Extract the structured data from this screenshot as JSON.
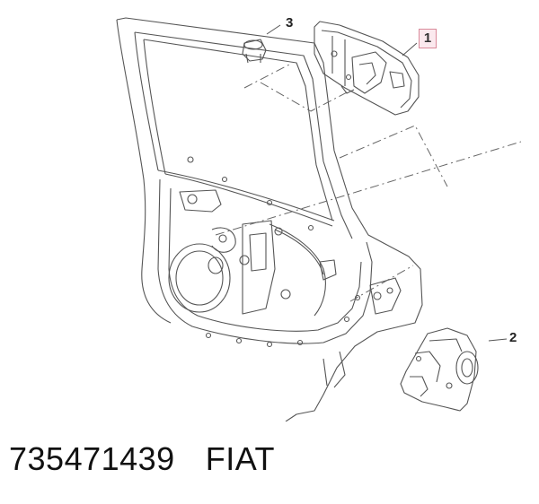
{
  "callouts": {
    "c1": "1",
    "c2": "2",
    "c3": "3"
  },
  "caption": {
    "part_number": "735471439",
    "brand": "FIAT"
  },
  "colors": {
    "line": "#555555",
    "light_line": "#9a9a9a",
    "highlight_border": "#d98a9a",
    "highlight_fill": "#fbe9ee"
  }
}
